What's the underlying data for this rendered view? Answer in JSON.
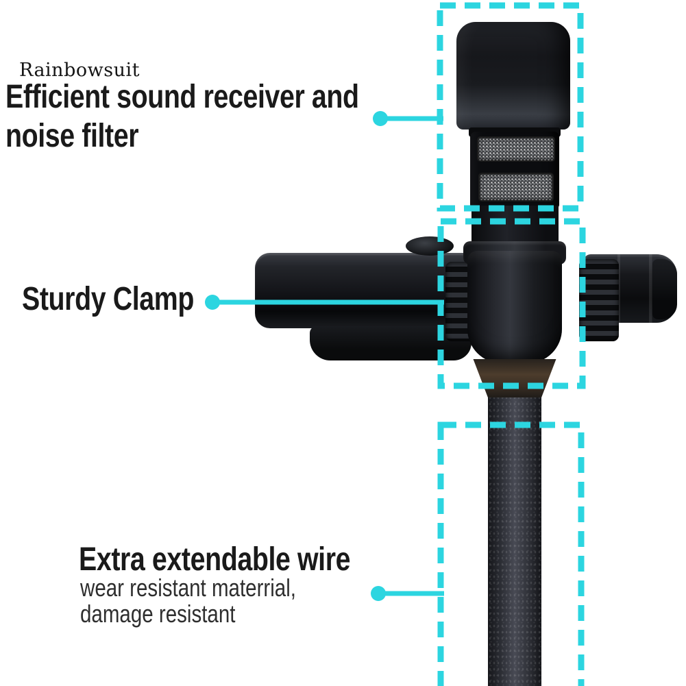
{
  "watermark": "Rainbowsuit",
  "colors": {
    "accent": "#2cd5e0",
    "heading_text": "#1a1a1a",
    "body_text": "#2e2e2e",
    "background": "#ffffff"
  },
  "callouts": {
    "receiver": {
      "line1": "Efficient sound receiver and",
      "line2": "noise filter"
    },
    "clamp": {
      "label": "Sturdy Clamp"
    },
    "wire": {
      "label": "Extra extendable wire",
      "detail1": "wear resistant materrial,",
      "detail2": "damage resistant"
    }
  }
}
